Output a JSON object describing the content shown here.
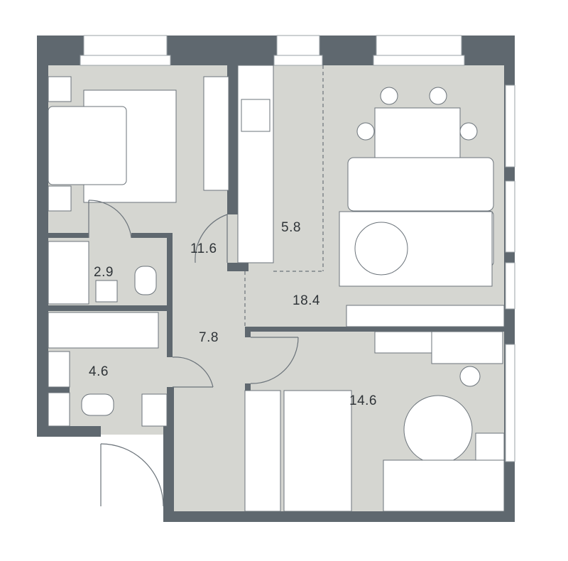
{
  "colors": {
    "wall": "#5f686f",
    "floor": "#d5d6d1",
    "furniture": "#ffffff",
    "line": "#6b737a"
  },
  "rooms": [
    {
      "name": "bedroom",
      "area": "11.6"
    },
    {
      "name": "kitchen",
      "area": "5.8"
    },
    {
      "name": "wc",
      "area": "2.9"
    },
    {
      "name": "living-room",
      "area": "18.4"
    },
    {
      "name": "hallway",
      "area": "7.8"
    },
    {
      "name": "bathroom",
      "area": "4.6"
    },
    {
      "name": "second-bedroom",
      "area": "14.6"
    }
  ]
}
